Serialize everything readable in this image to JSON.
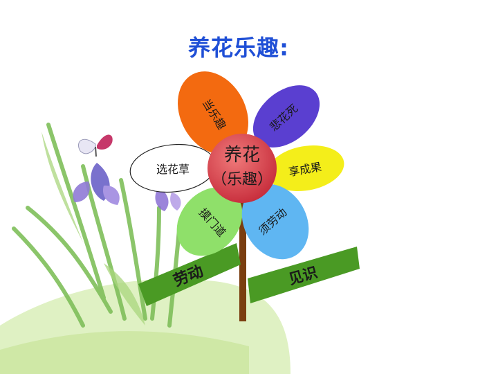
{
  "title": "养花乐趣:",
  "center": {
    "line1": "养花",
    "line2": "（乐趣）"
  },
  "petals": {
    "top": "当乐趣",
    "upper_right": "悲花死",
    "left": "选花草",
    "right": "享成果",
    "lower_left": "摸门道",
    "lower_right": "须劳动"
  },
  "leaves": {
    "left": "劳动",
    "right": "见识"
  },
  "colors": {
    "title": "#1f4fd6",
    "petal_top": "#f36a10",
    "petal_upper_right": "#5a3fd0",
    "petal_left": "#ffffff",
    "petal_right": "#f4ee1a",
    "petal_lower_left": "#8fe06a",
    "petal_lower_right": "#5fb6f2",
    "center": "#d8404a",
    "leaf_sign": "#4a9a24",
    "stem": "#7a3e10"
  }
}
